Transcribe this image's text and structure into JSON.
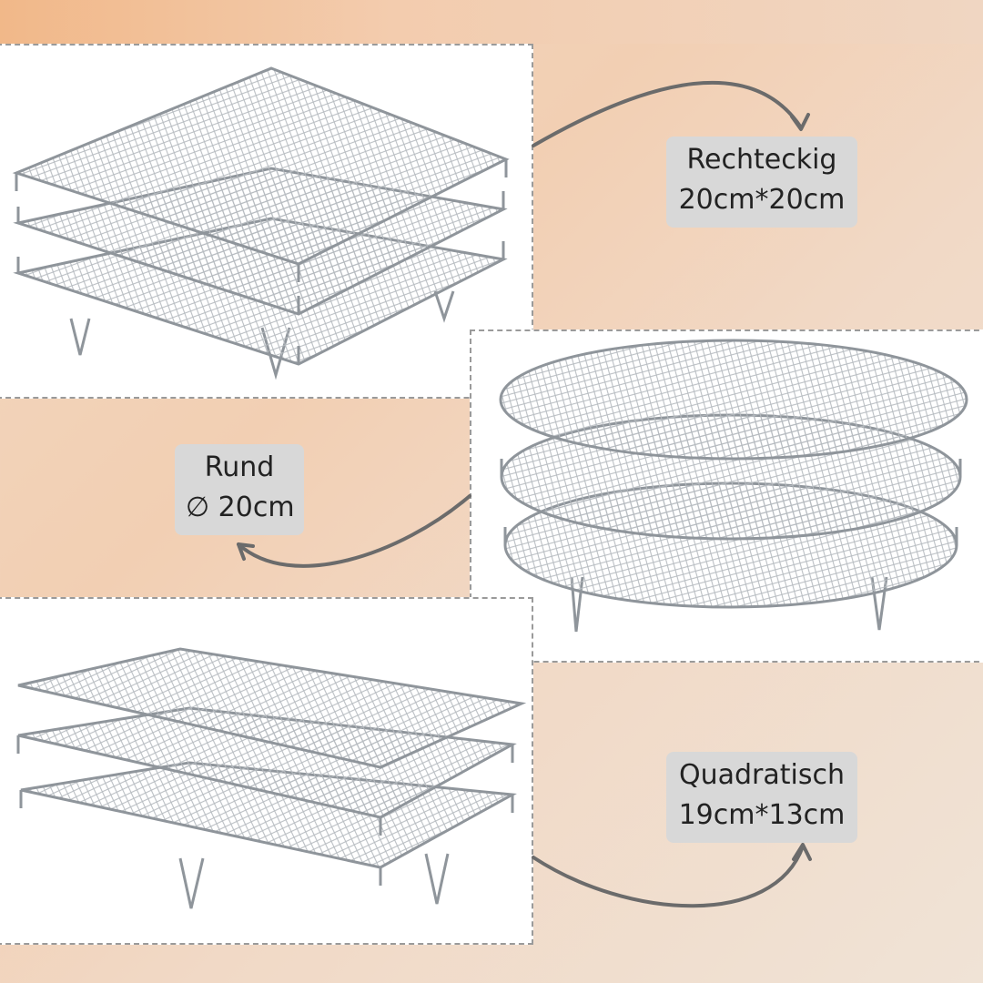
{
  "products": [
    {
      "id": "rect",
      "shape": "Rechteckig",
      "size": "20cm*20cm"
    },
    {
      "id": "round",
      "shape": "Rund",
      "size": "∅ 20cm"
    },
    {
      "id": "square",
      "shape": "Quadratisch",
      "size": "19cm*13cm"
    }
  ],
  "colors": {
    "label_bg": "#d8d8d8",
    "arrow": "#6b6b6b",
    "steel": "#9aa0a6"
  }
}
